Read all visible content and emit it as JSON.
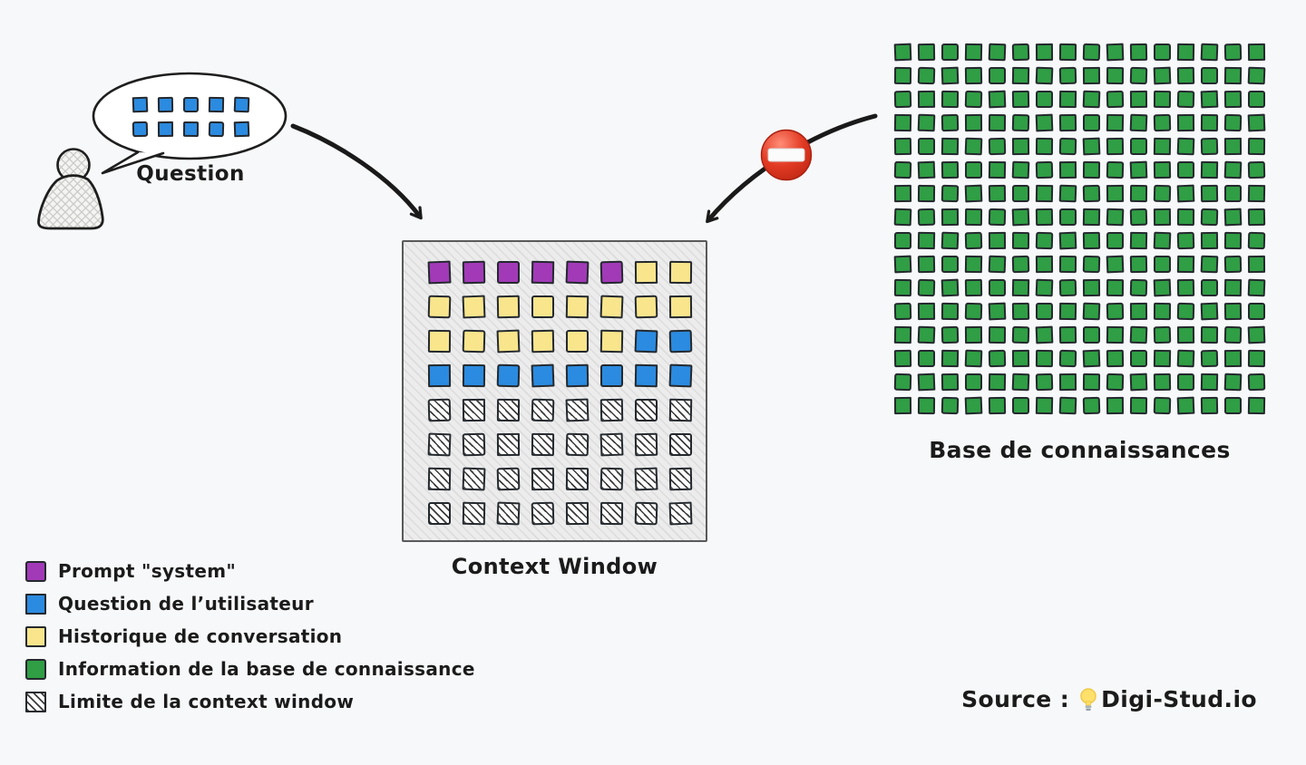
{
  "colors": {
    "purple": "#A23AB8",
    "blue": "#2B8BE0",
    "yellow": "#F9E58C",
    "green": "#2F9E44",
    "background": "#F7F8F9",
    "stroke": "#1a1a1a",
    "no_entry_red": "#E23B24"
  },
  "question": {
    "label": "Question",
    "bubble_grid_rows": 2,
    "bubble_grid_cols": 5,
    "bubble_cell_color": "blue"
  },
  "context_window": {
    "label": "Context Window",
    "cell_legend": {
      "P": "purple",
      "Y": "yellow",
      "B": "blue",
      "H": "hatch"
    },
    "grid": [
      "PPPPPPYY",
      "YYYYYYYY",
      "YYYYYYBB",
      "BBBBBBBB",
      "HHHHHHHH",
      "HHHHHHHH",
      "HHHHHHHH",
      "HHHHHHHH"
    ]
  },
  "knowledge_base": {
    "label": "Base de connaissances",
    "grid_rows": 16,
    "grid_cols": 16,
    "cell_color": "green"
  },
  "legend": {
    "items": [
      {
        "swatch": "purple",
        "label": "Prompt \"system\""
      },
      {
        "swatch": "blue",
        "label": "Question de l’utilisateur"
      },
      {
        "swatch": "yellow",
        "label": "Historique de conversation"
      },
      {
        "swatch": "green",
        "label": "Information de la base de connaissance"
      },
      {
        "swatch": "hatch",
        "label": "Limite de la context window"
      }
    ]
  },
  "source": {
    "prefix": "Source :",
    "icon": "lightbulb-icon",
    "name": "Digi-Stud.io"
  }
}
